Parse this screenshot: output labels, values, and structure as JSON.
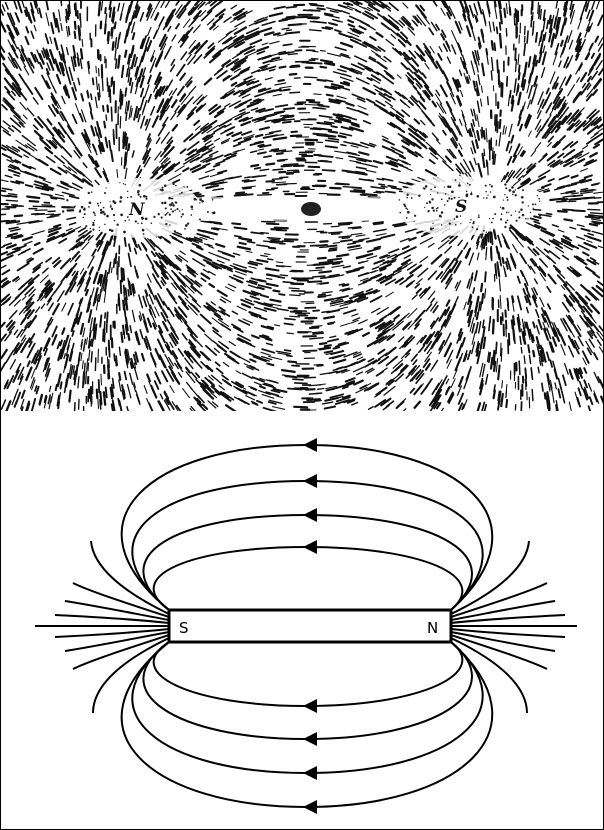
{
  "filings_photo": {
    "pole_left": "N",
    "pole_right": "S"
  },
  "field_diagram": {
    "pole_left": "S",
    "pole_right": "N",
    "line_color": "#000000"
  }
}
